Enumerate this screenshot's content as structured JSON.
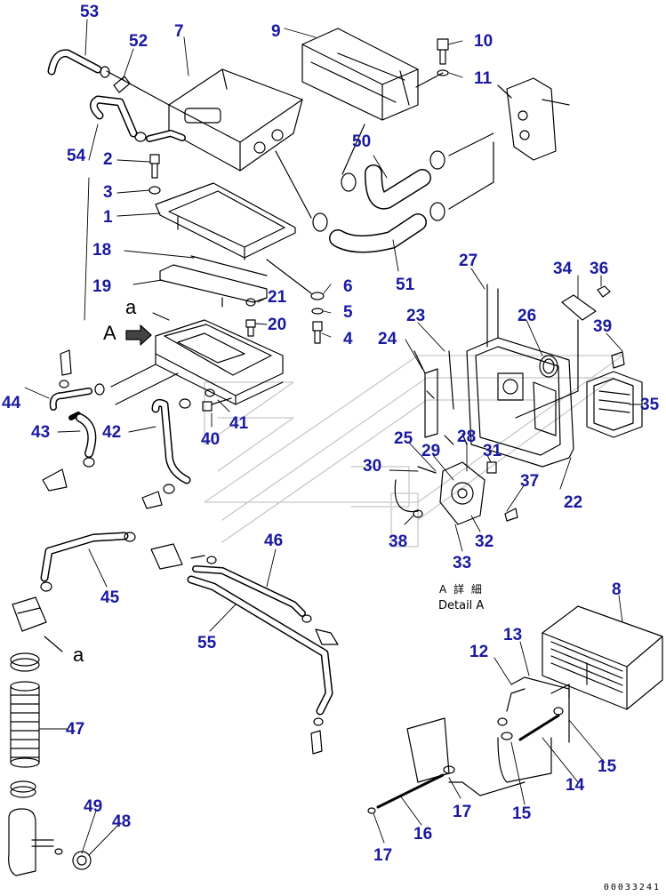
{
  "callouts": [
    "53",
    "52",
    "7",
    "9",
    "10",
    "11",
    "54",
    "2",
    "3",
    "1",
    "18",
    "19",
    "50",
    "51",
    "6",
    "5",
    "4",
    "21",
    "20",
    "27",
    "34",
    "36",
    "23",
    "26",
    "39",
    "24",
    "44",
    "43",
    "42",
    "41",
    "40",
    "35",
    "25",
    "28",
    "29",
    "31",
    "30",
    "37",
    "22",
    "38",
    "32",
    "33",
    "46",
    "45",
    "55",
    "8",
    "47",
    "12",
    "13",
    "15",
    "14",
    "49",
    "48",
    "17",
    "16",
    "15",
    "17"
  ],
  "letters": {
    "view_marker": "A",
    "arrow_marker_1": "a",
    "arrow_marker_2": "a"
  },
  "detail_label": {
    "jp": "A 詳 細",
    "en": "Detail A"
  },
  "drawing_number": "00033241",
  "colors": {
    "callout": "#1a1aa0",
    "line": "#000000",
    "watermark": "#c8c8c8"
  }
}
